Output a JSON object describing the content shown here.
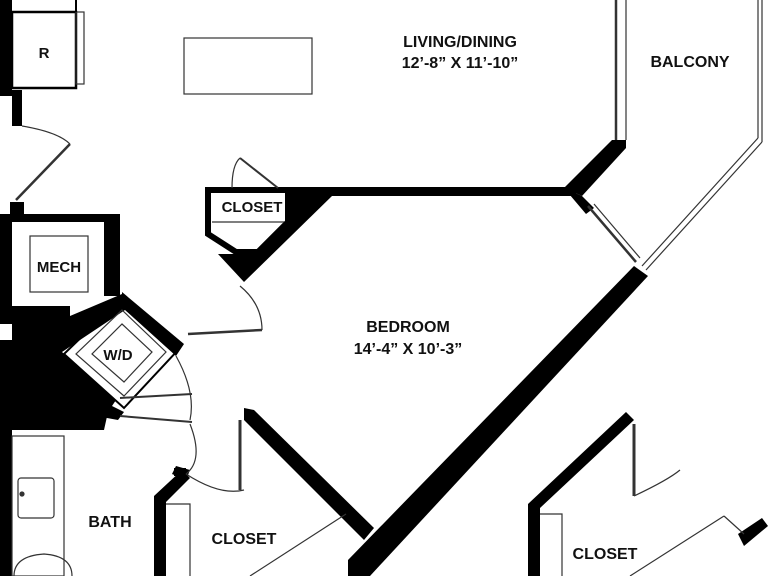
{
  "rooms": {
    "refrigerator": {
      "label": "R"
    },
    "living_dining": {
      "name": "LIVING/DINING",
      "dimensions": "12’-8” X 11’-10”"
    },
    "balcony": {
      "name": "BALCONY"
    },
    "closet_top": {
      "name": "CLOSET"
    },
    "mech": {
      "name": "MECH"
    },
    "wd": {
      "name": "W/D"
    },
    "bedroom": {
      "name": "BEDROOM",
      "dimensions": "14’-4” X 10’-3”"
    },
    "bath": {
      "name": "BATH"
    },
    "closet_bottom_left": {
      "name": "CLOSET"
    },
    "closet_bottom_right": {
      "name": "CLOSET"
    }
  },
  "colors": {
    "wall": "#000000",
    "background": "#ffffff",
    "line": "#333333"
  }
}
